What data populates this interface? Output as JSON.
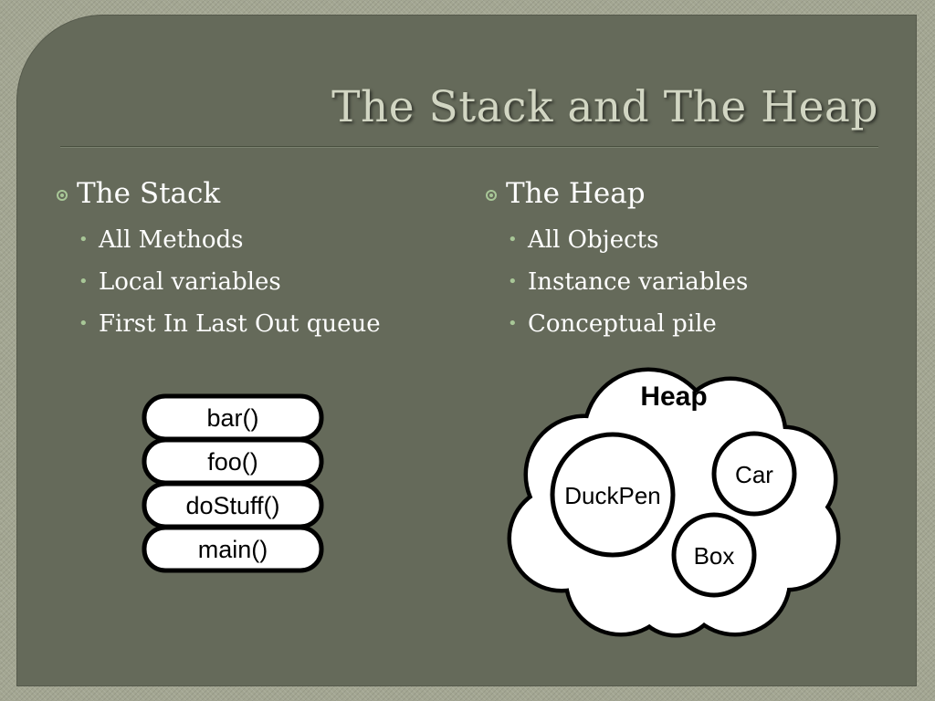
{
  "title": "The Stack and The Heap",
  "stack": {
    "heading": "The Stack",
    "items": [
      "All Methods",
      "Local variables",
      "First In Last Out queue"
    ],
    "frames": [
      "bar()",
      "foo()",
      "doStuff()",
      "main()"
    ]
  },
  "heap": {
    "heading": "The Heap",
    "items": [
      "All Objects",
      "Instance variables",
      "Conceptual pile"
    ],
    "cloud_label": "Heap",
    "objects": [
      "DuckPen",
      "Car",
      "Box"
    ]
  },
  "colors": {
    "panel": "#656a5a",
    "background": "#a3a692",
    "bullet_accent": "#a8c797",
    "title": "#d2d6c3"
  }
}
